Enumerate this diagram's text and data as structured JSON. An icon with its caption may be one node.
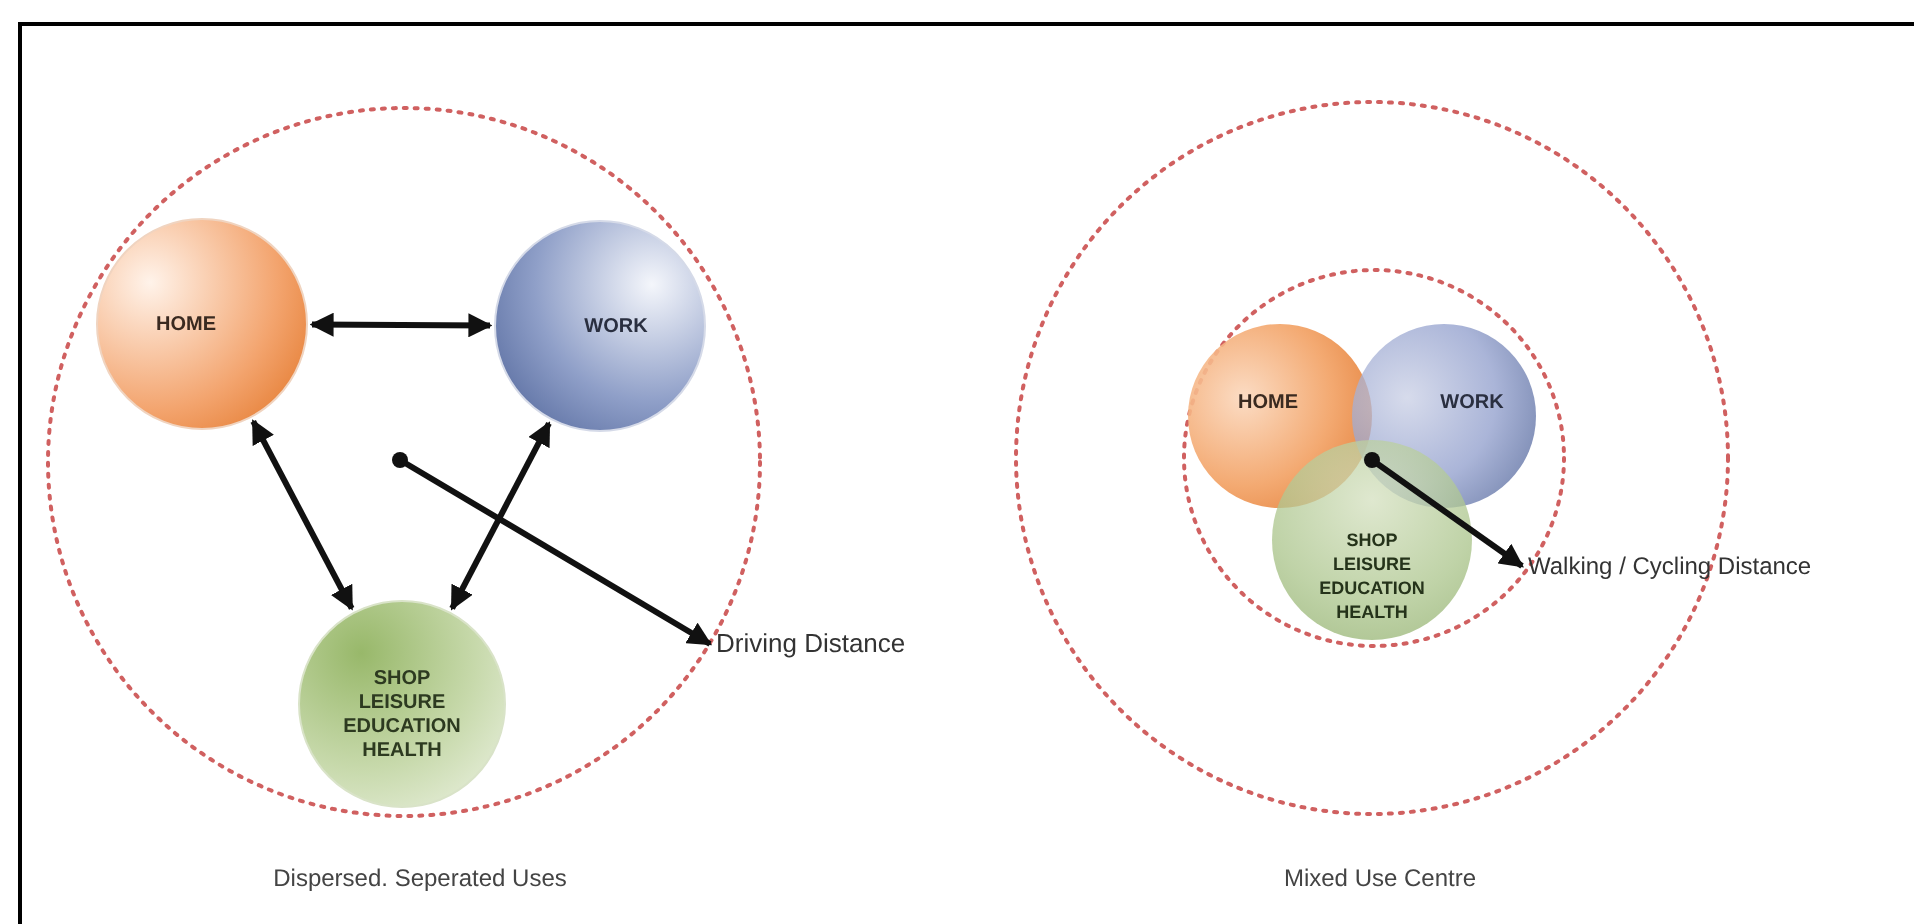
{
  "diagram": {
    "nodes": [
      {
        "text": [
          "HOME"
        ]
      },
      {
        "text": [
          "WORK"
        ]
      },
      {
        "text": [
          "SHOP LEISURE EDUCATION HEALTH"
        ]
      },
      {
        "text": [
          "Driving Distance"
        ]
      },
      {
        "text": [
          "HOME"
        ]
      },
      {
        "text": [
          "WORK"
        ]
      },
      {
        "text": [
          "SHOP LEISURE EDUCATION HEALTH"
        ]
      },
      {
        "text": [
          "Walking / Cycling Distance"
        ]
      }
    ],
    "edges": [
      {
        "from": 0,
        "to": 1,
        "arrow": "both"
      },
      {
        "from": 0,
        "to": 2,
        "arrow": "both"
      },
      {
        "from": 1,
        "to": 2,
        "arrow": "both"
      },
      {
        "from": null,
        "to": 3,
        "arrow": "to"
      },
      {
        "from": null,
        "to": 7,
        "arrow": "to"
      }
    ],
    "labels": [
      "Dispersed. Seperated Uses",
      "Mixed Use Centre"
    ]
  }
}
